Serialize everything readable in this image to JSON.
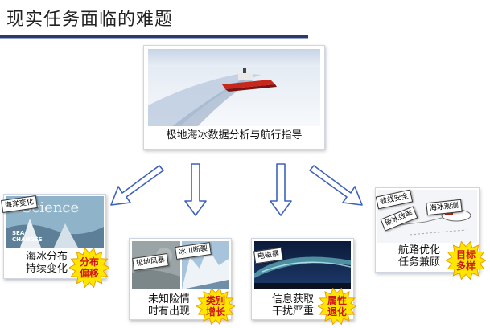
{
  "title": "现实任务面临的难题",
  "top_card": {
    "caption": "极地海冰数据分析与航行指导"
  },
  "cards": [
    {
      "id": "sea-ice",
      "caption_lines": [
        "海冰分布",
        "持续变化"
      ],
      "tags": [
        "海洋变化"
      ],
      "burst": [
        "分布",
        "偏移"
      ],
      "cover_text": "Science",
      "cover_sub": [
        "SEA",
        "CHANGES"
      ]
    },
    {
      "id": "unknown-risk",
      "caption_lines": [
        "未知险情",
        "时有出现"
      ],
      "tags": [
        "极地风暴",
        "冰川断裂"
      ],
      "burst": [
        "类别",
        "增长"
      ]
    },
    {
      "id": "info",
      "caption_lines": [
        "信息获取",
        "干扰严重"
      ],
      "tags": [
        "电磁暴"
      ],
      "burst": [
        "属性",
        "退化"
      ]
    },
    {
      "id": "route",
      "caption_lines": [
        "航路优化",
        "任务兼顾"
      ],
      "tags": [
        "航线安全",
        "破冰效率",
        "海冰观测"
      ],
      "burst": [
        "目标",
        "多样"
      ]
    }
  ],
  "colors": {
    "arrow": "#3d62b8",
    "burst_fill": "#ffe600",
    "burst_stroke": "#e8a000",
    "burst_text": "#d0161b",
    "rule": "#2b3a6b"
  }
}
